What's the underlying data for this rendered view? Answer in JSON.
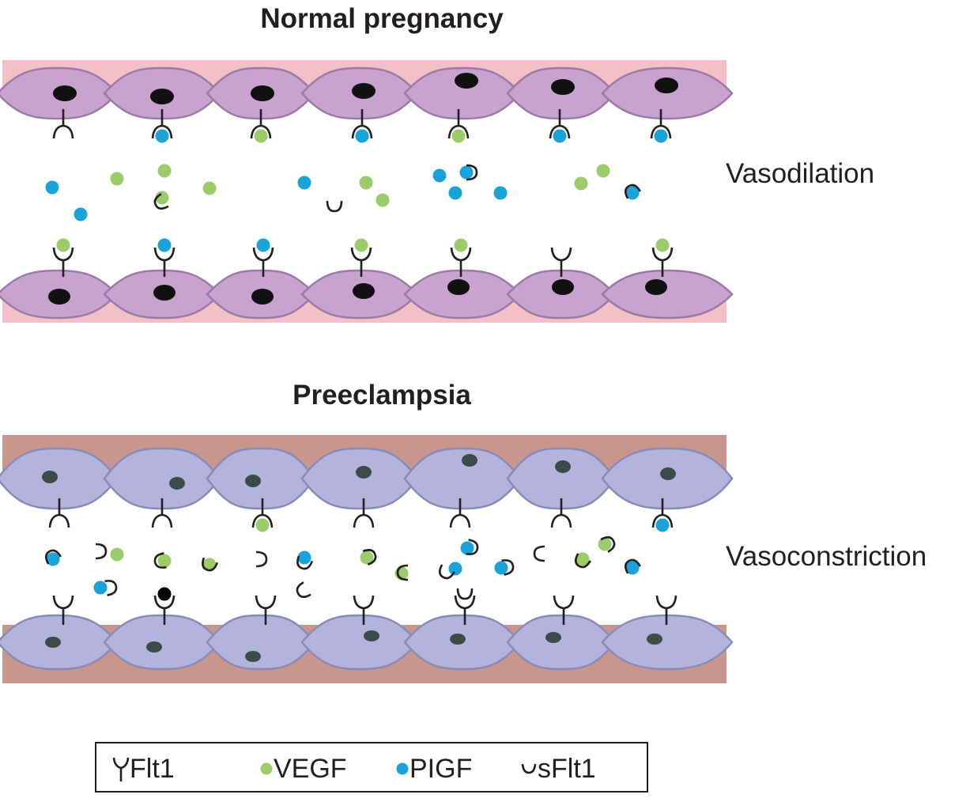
{
  "panels": [
    {
      "title": "Normal pregnancy",
      "outcome": "Vasodilation"
    },
    {
      "title": "Preeclampsia",
      "outcome": "Vasoconstriction"
    }
  ],
  "legend": [
    {
      "label": "Flt1",
      "icon": "flt1-receptor-icon"
    },
    {
      "label": "VEGF",
      "icon": "vegf-dot-icon"
    },
    {
      "label": "PIGF",
      "icon": "pigf-dot-icon"
    },
    {
      "label": "sFlt1",
      "icon": "sflt1-cup-icon"
    }
  ],
  "colors": {
    "vegf": "#9ccb6a",
    "pigf": "#1aa3d9",
    "normal_tissue": "#f2c0c6",
    "normal_cell": "#c9a3cf",
    "normal_cell_outline": "#9b7aa6",
    "normal_nucleus": "#111111",
    "pre_tissue": "#c9968e",
    "pre_cell": "#b3b3dc",
    "pre_cell_outline": "#8a8ab8",
    "pre_nucleus": "#3d4a4a",
    "ink": "#231f20"
  }
}
